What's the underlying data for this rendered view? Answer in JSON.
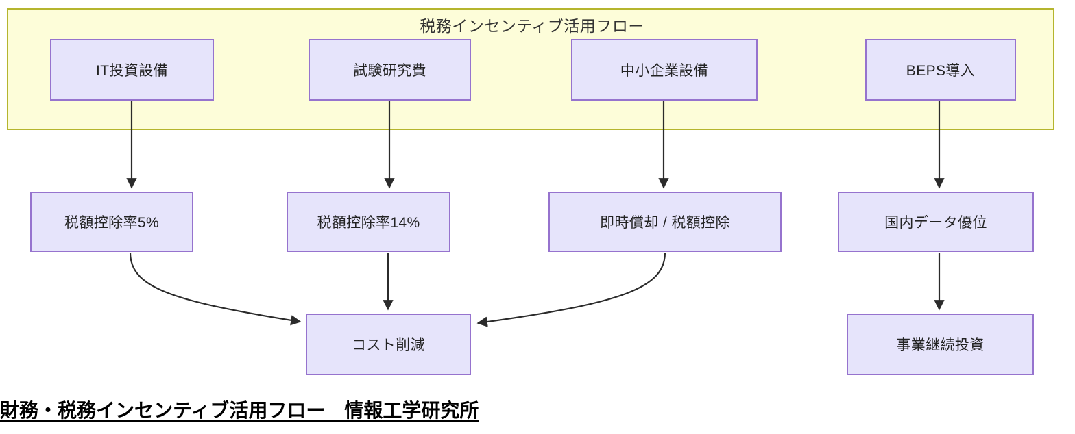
{
  "diagram": {
    "group": {
      "label": "税務インセンティブ活用フロー",
      "label_line1": "税務インセンティブ活用フ",
      "label_line2": "ロー",
      "fill_color": "#fdfdd9",
      "border_color": "#b5b52e"
    },
    "node_style": {
      "fill_color": "#e6e4fb",
      "border_color": "#9673ce",
      "text_color": "#232323"
    },
    "edge_color": "#2b2b2b",
    "nodes": [
      {
        "id": "it-investment",
        "label": "IT投資設備"
      },
      {
        "id": "rnd-expense",
        "label": "試験研究費"
      },
      {
        "id": "sme-equipment",
        "label": "中小企業設備"
      },
      {
        "id": "beps-adoption",
        "label": "BEPS導入"
      },
      {
        "id": "tax-credit-5",
        "label": "税額控除率5%"
      },
      {
        "id": "tax-credit-14",
        "label": "税額控除率14%"
      },
      {
        "id": "immediate-depreciation",
        "label": "即時償却 / 税額控除"
      },
      {
        "id": "domestic-data-advantage",
        "label": "国内データ優位"
      },
      {
        "id": "cost-reduction",
        "label": "コスト削減"
      },
      {
        "id": "continuing-investment",
        "label": "事業継続投資"
      }
    ],
    "edges": [
      {
        "from": "IT投資設備",
        "to": "税額控除率5%"
      },
      {
        "from": "試験研究費",
        "to": "税額控除率14%"
      },
      {
        "from": "中小企業設備",
        "to": "即時償却 / 税額控除"
      },
      {
        "from": "BEPS導入",
        "to": "国内データ優位"
      },
      {
        "from": "税額控除率5%",
        "to": "コスト削減"
      },
      {
        "from": "税額控除率14%",
        "to": "コスト削減"
      },
      {
        "from": "即時償却 / 税額控除",
        "to": "コスト削減"
      },
      {
        "from": "国内データ優位",
        "to": "事業継続投資"
      }
    ]
  },
  "caption": {
    "text": "財務・税務インセンティブ活用フロー　情報工学研究所"
  }
}
